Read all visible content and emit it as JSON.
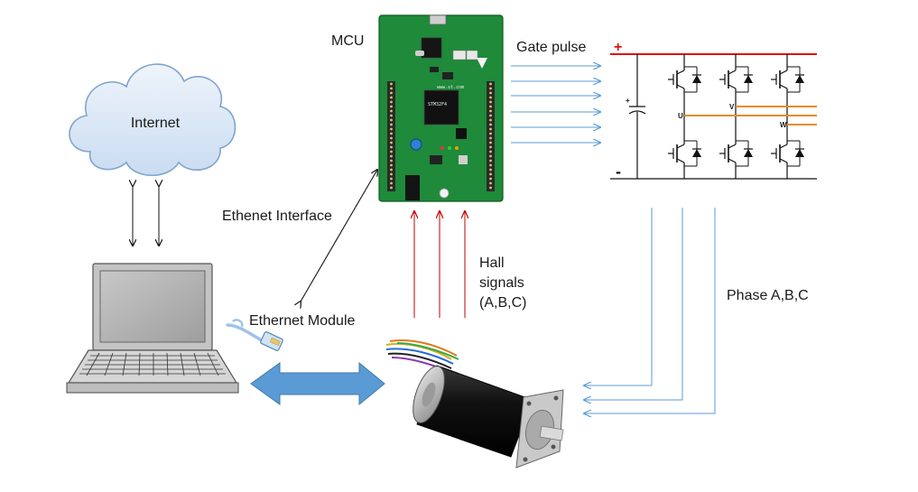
{
  "labels": {
    "internet": "Internet",
    "mcu": "MCU",
    "gate_pulse": "Gate pulse",
    "ethernet_interface": "Ethenet Interface",
    "ethernet_module": "Ethernet Module",
    "hall_line1": "Hall",
    "hall_line2": "signals",
    "hall_line3": "(A,B,C)",
    "phase": "Phase A,B,C"
  },
  "inverter": {
    "plus": "+",
    "minus": "-",
    "cap_plus": "+",
    "node_u": "U",
    "node_v": "V",
    "node_w": "W"
  },
  "colors": {
    "signal_blue": "#5b9bd5",
    "hall_red": "#c00000",
    "dc_bus_red": "#e01010",
    "phase_orange": "#e88a2a",
    "pcb_green": "#1e8a3a",
    "cloud_fill": "#dce9f7",
    "cloud_stroke": "#7fa4cf",
    "big_arrow": "#5b9bd5"
  }
}
